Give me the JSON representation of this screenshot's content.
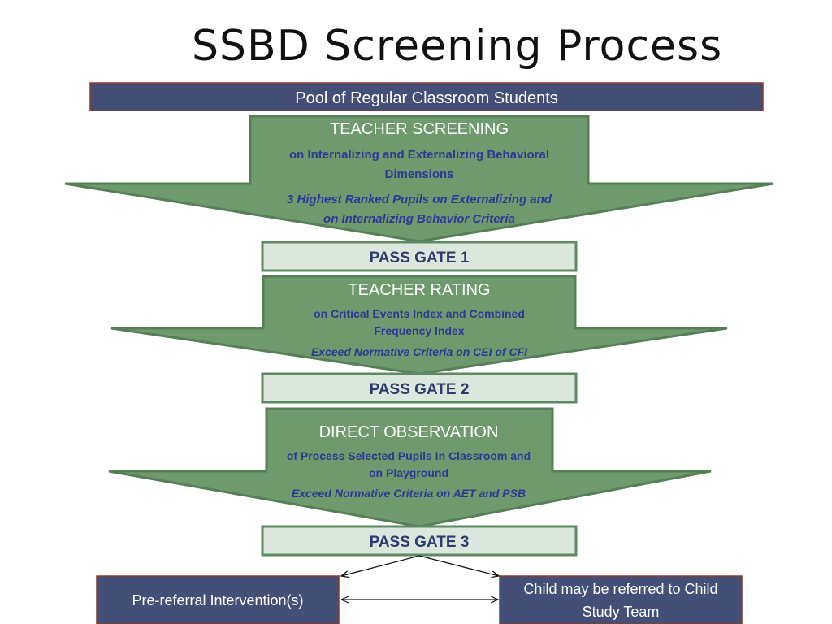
{
  "title": "SSBD Screening Process",
  "pool": "Pool of Regular Classroom Students",
  "stages": [
    {
      "heading": "TEACHER SCREENING",
      "detail": [
        "on Internalizing and Externalizing Behavioral",
        "Dimensions"
      ],
      "criteria": [
        "3 Highest Ranked Pupils on Externalizing and",
        "on Internalizing  Behavior Criteria"
      ],
      "gate": "PASS GATE 1"
    },
    {
      "heading": "TEACHER RATING",
      "detail": [
        "on Critical Events Index and Combined",
        "Frequency Index"
      ],
      "criteria": [
        "Exceed Normative Criteria on CEI of CFI"
      ],
      "gate": "PASS GATE 2"
    },
    {
      "heading": "DIRECT OBSERVATION",
      "detail": [
        "of Process Selected Pupils in Classroom and",
        "on Playground"
      ],
      "criteria": [
        "Exceed Normative Criteria on AET and PSB"
      ],
      "gate": "PASS GATE 3"
    }
  ],
  "outcomes": {
    "left": "Pre-referral Intervention(s)",
    "right": [
      "Child may be referred to Child",
      "Study Team"
    ]
  },
  "colors": {
    "arrow_fill": "#6e9a6e",
    "arrow_stroke": "#577f57",
    "gate_fill": "#dbe7dd",
    "gate_stroke": "#5d8a63",
    "navy": "#444f78",
    "detail_text": "#2c3a94",
    "gate_text": "#2f3a6e"
  }
}
